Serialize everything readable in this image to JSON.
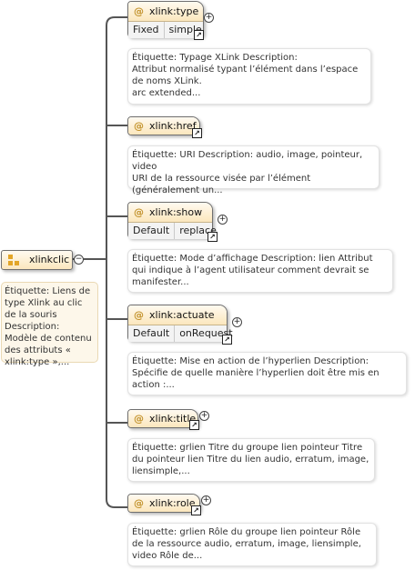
{
  "root": {
    "name": "xlinkclic",
    "description": "Étiquette: Liens de type Xlink au clic de la souris Description: Modèle de contenu des attributs « xlink:type »,..."
  },
  "attributes": [
    {
      "symbol": "@",
      "name": "xlink:type",
      "value_kind": "Fixed",
      "value": "simple",
      "description": "Étiquette: Typage XLink Description:\nAttribut normalisé typant l’élément dans l’espace de noms XLink.\narc extended..."
    },
    {
      "symbol": "@",
      "name": "xlink:href",
      "description": "Étiquette: URI Description: audio, image, pointeur, video\nURI de la ressource visée par l’élément (généralement un..."
    },
    {
      "symbol": "@",
      "name": "xlink:show",
      "value_kind": "Default",
      "value": "replace",
      "description": "Étiquette: Mode d’affichage Description: lien Attribut qui indique à l’agent utilisateur comment devrait se manifester..."
    },
    {
      "symbol": "@",
      "name": "xlink:actuate",
      "value_kind": "Default",
      "value": "onRequest",
      "description": "Étiquette: Mise en action de l’hyperlien Description:\nSpécifie de quelle manière l’hyperlien doit être mis en action :..."
    },
    {
      "symbol": "@",
      "name": "xlink:title",
      "description": "Étiquette: grlien Titre du groupe lien pointeur Titre du pointeur lien Titre du lien audio, erratum, image, liensimple,..."
    },
    {
      "symbol": "@",
      "name": "xlink:role",
      "description": "Étiquette: grlien Rôle du groupe lien pointeur Rôle de la ressource audio, erratum, image, liensimple, video Rôle de..."
    }
  ],
  "icons": {
    "expand": "+",
    "collapse": "−",
    "link": "↗"
  }
}
